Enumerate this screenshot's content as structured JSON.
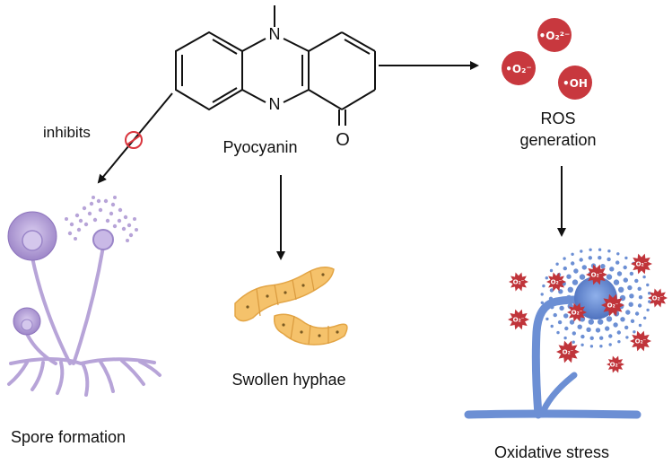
{
  "molecule": {
    "name": "Pyocyanin",
    "n_top": "N",
    "n_bottom": "N",
    "oxygen": "O"
  },
  "labels": {
    "inhibits": "inhibits",
    "ros_line1": "ROS",
    "ros_line2": "generation",
    "spore": "Spore formation",
    "swollen": "Swollen hyphae",
    "oxidative": "Oxidative stress"
  },
  "ros": {
    "superoxide_radical": "•O₂⁻",
    "peroxide": "•O₂²⁻",
    "hydroxyl": "•OH",
    "stress_marker": "O₂⁻"
  },
  "colors": {
    "ros_red": "#c8383e",
    "star_red": "#c0343a",
    "spore_purple": "#b7a4d8",
    "hyphae_orange": "#f5c26b",
    "fungus_blue": "#6c8fd4",
    "inhibit_red": "#d9363e"
  }
}
